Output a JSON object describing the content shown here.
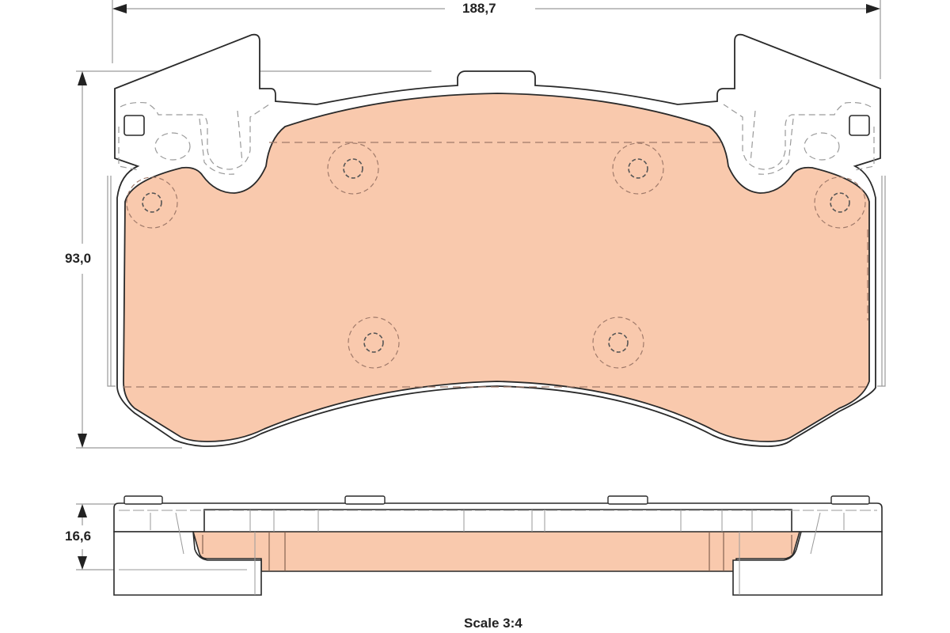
{
  "drawing": {
    "subject": "Brake pad technical drawing",
    "colors": {
      "friction_fill": "#f9c9ad",
      "outline": "#2a2a2a",
      "hidden_line": "#8a8a8a",
      "friction_dash": "#a07a6a",
      "dimension_line": "#9a9a9a"
    }
  },
  "dimensions": {
    "width": "188,7",
    "height": "93,0",
    "thickness": "16,6"
  },
  "footer": {
    "scale": "Scale 3:4"
  }
}
